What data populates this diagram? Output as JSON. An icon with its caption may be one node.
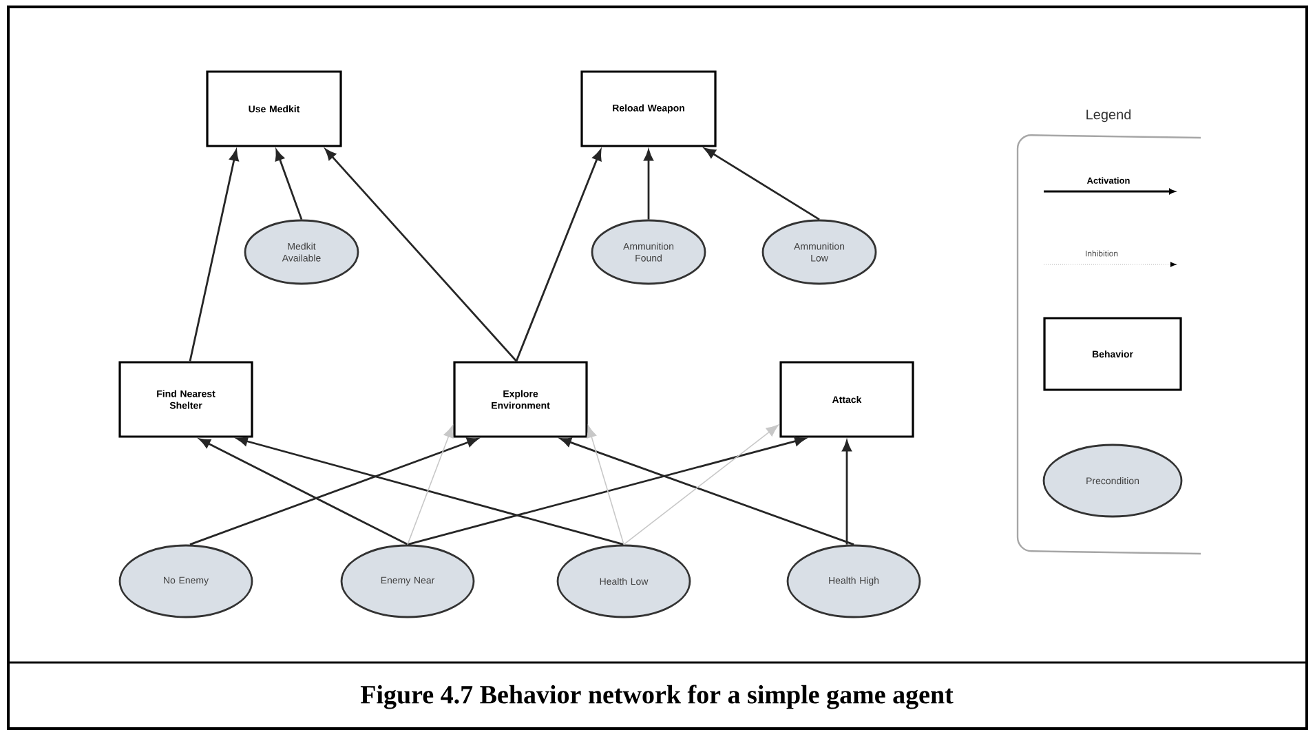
{
  "diagram": {
    "caption": "Figure 4.7 Behavior network for a simple game agent",
    "nodes": [
      {
        "text": [
          "Use Medkit"
        ]
      },
      {
        "text": [
          "Reload Weapon"
        ]
      },
      {
        "text": [
          "Medkit Available"
        ]
      },
      {
        "text": [
          "Ammunition Found"
        ]
      },
      {
        "text": [
          "Ammunition Low"
        ]
      },
      {
        "text": [
          "Find Nearest Shelter"
        ]
      },
      {
        "text": [
          "Explore Environment"
        ]
      },
      {
        "text": [
          "Attack"
        ]
      },
      {
        "text": [
          "No Enemy"
        ]
      },
      {
        "text": [
          "Enemy Near"
        ]
      },
      {
        "text": [
          "Health Low"
        ]
      },
      {
        "text": [
          "Health High"
        ]
      }
    ],
    "edges": [
      {
        "from": 5,
        "to": 0,
        "arrow": "to"
      },
      {
        "from": 2,
        "to": 0,
        "arrow": "to"
      },
      {
        "from": 6,
        "to": 0,
        "arrow": "to"
      },
      {
        "from": 6,
        "to": 1,
        "arrow": "to"
      },
      {
        "from": 3,
        "to": 1,
        "arrow": "to"
      },
      {
        "from": 4,
        "to": 1,
        "arrow": "to"
      },
      {
        "from": 8,
        "to": 6,
        "arrow": "to"
      },
      {
        "from": 9,
        "to": 5,
        "arrow": "to"
      },
      {
        "from": 9,
        "to": 7,
        "arrow": "to"
      },
      {
        "from": 10,
        "to": 5,
        "arrow": "to"
      },
      {
        "from": 11,
        "to": 6,
        "arrow": "to"
      },
      {
        "from": 11,
        "to": 7,
        "arrow": "to"
      },
      {
        "from": 9,
        "to": 6,
        "arrow": "to",
        "color": "#c8c8c8"
      },
      {
        "from": 10,
        "to": 6,
        "arrow": "to",
        "color": "#c8c8c8"
      },
      {
        "from": 10,
        "to": 7,
        "arrow": "to",
        "color": "#c8c8c8"
      }
    ],
    "labels": [
      "Legend"
    ],
    "legend": [
      {
        "text": "Activation"
      },
      {
        "text": "Inhibition"
      },
      {
        "text": "Behavior"
      },
      {
        "text": "Precondition"
      }
    ]
  }
}
